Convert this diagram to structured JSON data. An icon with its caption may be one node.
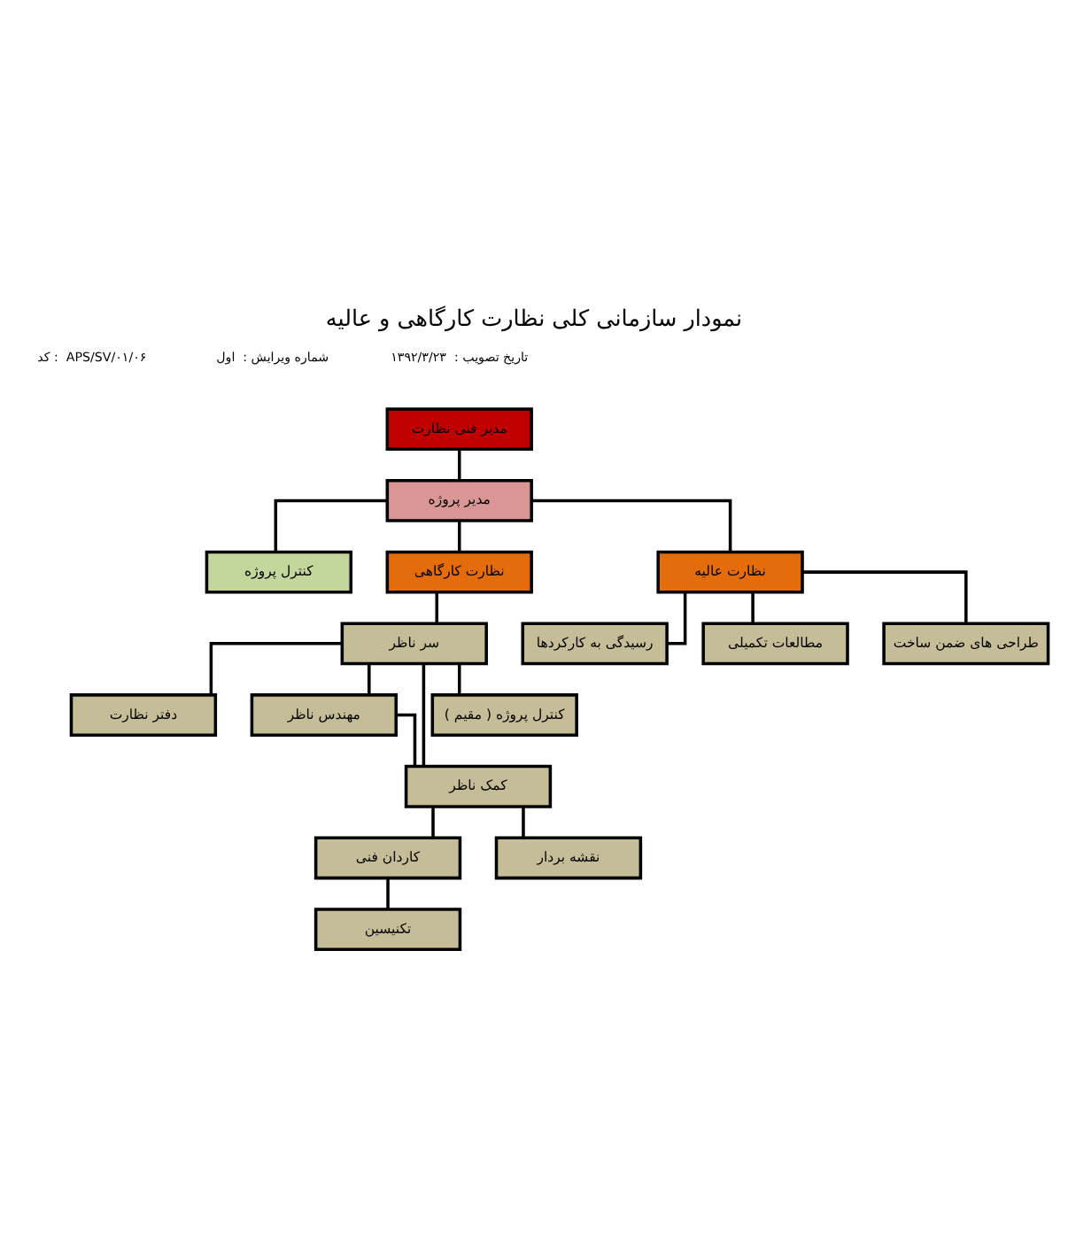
{
  "diagram": {
    "title": "نمودار سازمانی کلی نظارت کارگاهی و عالیه",
    "nodes": [
      {
        "text": [
          "مدیر فنی نظارت"
        ]
      },
      {
        "text": [
          "مدیر پروژه"
        ]
      },
      {
        "text": [
          "کنترل پروژه"
        ]
      },
      {
        "text": [
          "نظارت کارگاهی"
        ]
      },
      {
        "text": [
          "نظارت عالیه"
        ]
      },
      {
        "text": [
          "سر ناظر"
        ]
      },
      {
        "text": [
          "دفتر نظارت"
        ]
      },
      {
        "text": [
          "مهندس ناظر"
        ]
      },
      {
        "text": [
          "کنترل پروژه ( مقیم )"
        ]
      },
      {
        "text": [
          "کمک ناظر"
        ]
      },
      {
        "text": [
          "کاردان فنی"
        ]
      },
      {
        "text": [
          "نقشه بردار"
        ]
      },
      {
        "text": [
          "تکنیسین"
        ]
      },
      {
        "text": [
          "رسیدگی به کارکردها"
        ]
      },
      {
        "text": [
          "مطالعات تکمیلی"
        ]
      },
      {
        "text": [
          "طراحی های ضمن ساخت"
        ]
      }
    ],
    "edges": [
      {
        "from": 0,
        "to": 1,
        "arrow": "none"
      },
      {
        "from": 1,
        "to": 2,
        "arrow": "none"
      },
      {
        "from": 1,
        "to": 3,
        "arrow": "none"
      },
      {
        "from": 1,
        "to": 4,
        "arrow": "none"
      },
      {
        "from": 3,
        "to": 5,
        "arrow": "none"
      },
      {
        "from": 5,
        "to": 6,
        "arrow": "none"
      },
      {
        "from": 5,
        "to": 7,
        "arrow": "none"
      },
      {
        "from": 5,
        "to": 8,
        "arrow": "none"
      },
      {
        "from": 5,
        "to": 9,
        "arrow": "none"
      },
      {
        "from": 7,
        "to": 9,
        "arrow": "none"
      },
      {
        "from": 9,
        "to": 10,
        "arrow": "none"
      },
      {
        "from": 9,
        "to": 11,
        "arrow": "none"
      },
      {
        "from": 10,
        "to": 12,
        "arrow": "none"
      },
      {
        "from": 4,
        "to": 13,
        "arrow": "none"
      },
      {
        "from": 4,
        "to": 14,
        "arrow": "none"
      },
      {
        "from": 4,
        "to": 15,
        "arrow": "none"
      }
    ],
    "labels": [
      "کد :  APS/SV/۰۱/۰۶",
      "شماره ویرایش :  اول",
      "تاریخ تصویب :  ۱۳۹۲/۳/۲۳"
    ]
  }
}
